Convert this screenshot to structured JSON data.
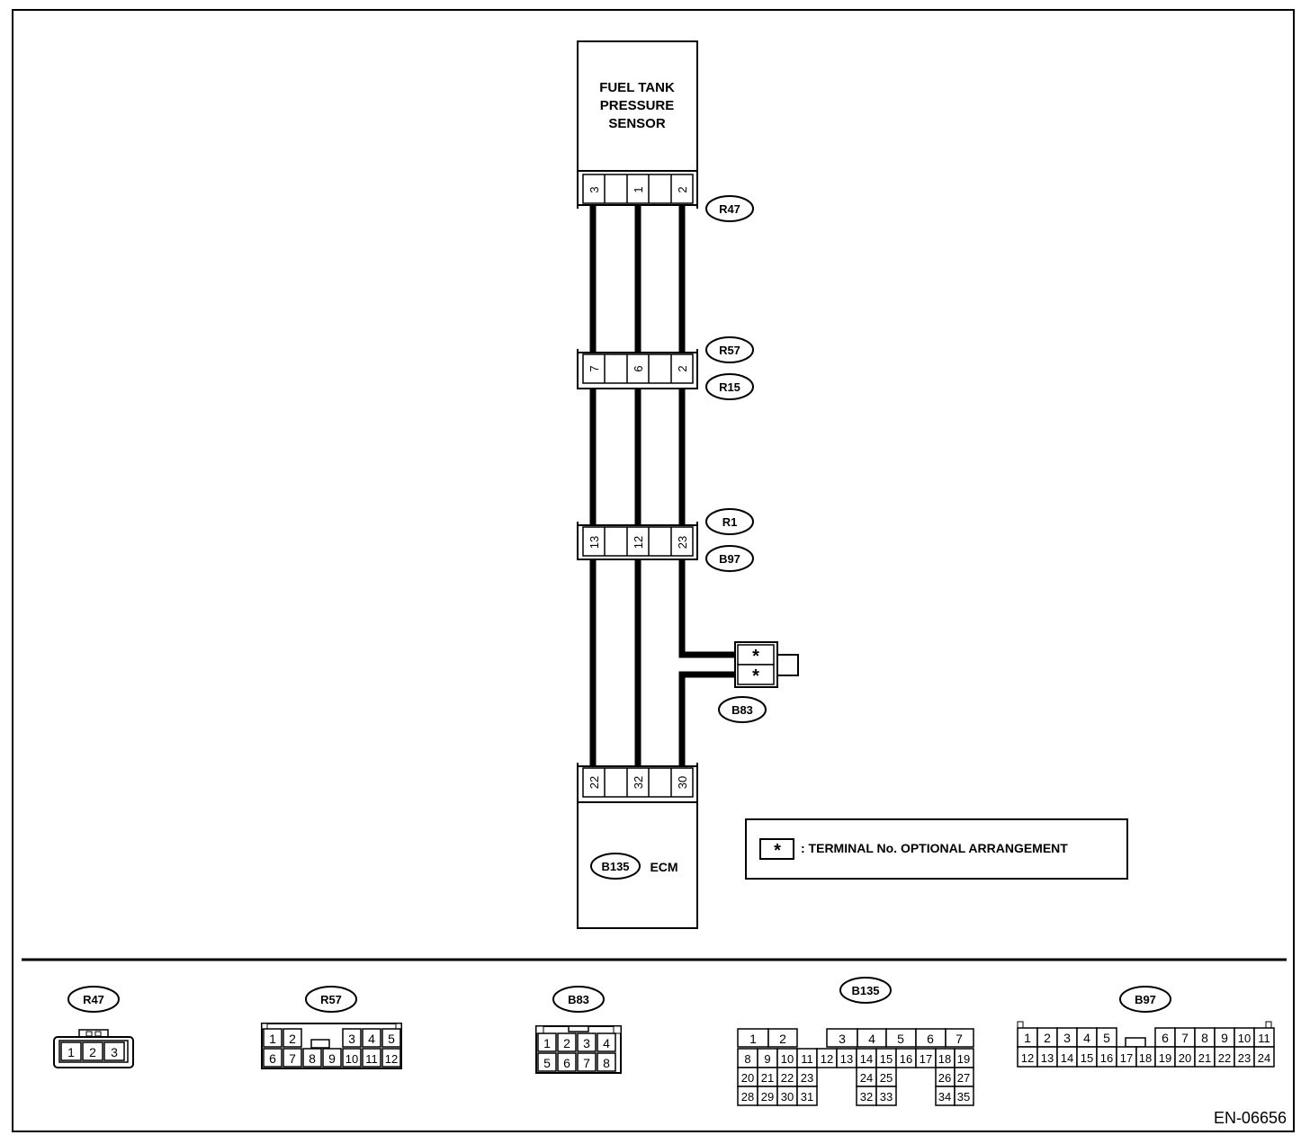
{
  "sensor": {
    "line1": "FUEL TANK",
    "line2": "PRESSURE",
    "line3": "SENSOR"
  },
  "ecm": {
    "connector": "B135",
    "label": "ECM"
  },
  "connectors": {
    "r47": {
      "id": "R47",
      "pins": [
        "3",
        "1",
        "2"
      ]
    },
    "r57_r15": {
      "ids": [
        "R57",
        "R15"
      ],
      "pins": [
        "7",
        "6",
        "2"
      ]
    },
    "r1_b97": {
      "ids": [
        "R1",
        "B97"
      ],
      "pins": [
        "13",
        "12",
        "23"
      ]
    },
    "b135": {
      "pins": [
        "22",
        "32",
        "30"
      ]
    },
    "b83": {
      "id": "B83",
      "pins": [
        "*",
        "*"
      ]
    }
  },
  "legend": {
    "symbol": "*",
    "text": ": TERMINAL No. OPTIONAL ARRANGEMENT"
  },
  "connector_views": [
    {
      "id": "R47",
      "rows": [
        [
          "1",
          "2",
          "3"
        ]
      ]
    },
    {
      "id": "R57",
      "rows": [
        [
          "1",
          "2",
          "3",
          "4",
          "5"
        ],
        [
          "6",
          "7",
          "8",
          "9",
          "10",
          "11",
          "12"
        ]
      ]
    },
    {
      "id": "B83",
      "rows": [
        [
          "1",
          "2",
          "3",
          "4"
        ],
        [
          "5",
          "6",
          "7",
          "8"
        ]
      ]
    },
    {
      "id": "B135",
      "rows": [
        [
          "1",
          "2",
          "3",
          "4",
          "5",
          "6",
          "7"
        ],
        [
          "8",
          "9",
          "10",
          "11",
          "12",
          "13",
          "14",
          "15",
          "16",
          "17",
          "18",
          "19"
        ],
        [
          "20",
          "21",
          "22",
          "23",
          "24",
          "25",
          "26",
          "27"
        ],
        [
          "28",
          "29",
          "30",
          "31",
          "32",
          "33",
          "34",
          "35"
        ]
      ]
    },
    {
      "id": "B97",
      "rows": [
        [
          "1",
          "2",
          "3",
          "4",
          "5",
          "6",
          "7",
          "8",
          "9",
          "10",
          "11"
        ],
        [
          "12",
          "13",
          "14",
          "15",
          "16",
          "17",
          "18",
          "19",
          "20",
          "21",
          "22",
          "23",
          "24"
        ]
      ]
    }
  ],
  "figure_code": "EN-06656"
}
